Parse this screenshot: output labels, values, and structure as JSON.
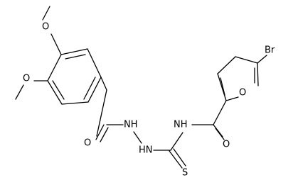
{
  "molecule": {
    "atoms": {
      "methoxy_top_o": "O",
      "methoxy_left_o": "O",
      "carbonyl_left_o": "O",
      "hydrazide_nh_upper": "NH",
      "hydrazide_nh_lower": "HN",
      "thioamide_nh": "NH",
      "thione_s": "S",
      "carbonyl_right_o": "O",
      "furan_o": "O",
      "bromine": "Br"
    },
    "colors": {
      "bond": "#000000",
      "label": "#000000",
      "background": "#ffffff"
    }
  }
}
